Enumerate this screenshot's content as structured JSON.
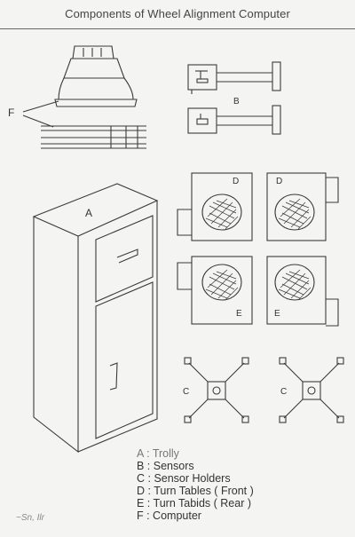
{
  "title": "Components of Wheel Alignment Computer",
  "labels": {
    "A": "A",
    "B": "B",
    "C": "C",
    "D": "D",
    "E": "E",
    "F": "F"
  },
  "legend": [
    {
      "key": "A",
      "text": "A : Trolly"
    },
    {
      "key": "B",
      "text": "B : Sensors"
    },
    {
      "key": "C",
      "text": "C : Sensor Holders"
    },
    {
      "key": "D",
      "text": "D : Turn Tables ( Front )"
    },
    {
      "key": "E",
      "text": "E : Turn Tabids ( Rear )"
    },
    {
      "key": "F",
      "text": "F : Computer"
    }
  ],
  "corner_note": "~Sn, Ilr"
}
